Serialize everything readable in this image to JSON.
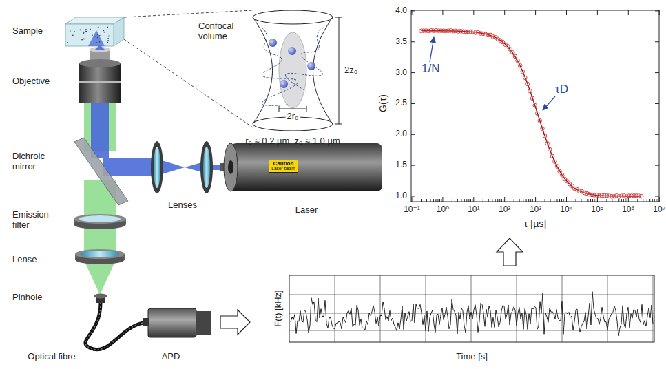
{
  "diagram": {
    "nodes": [
      {
        "text": [
          "Caution",
          "Laser beam"
        ]
      }
    ],
    "labels": [
      "Sample",
      "Objective",
      "Dichroic mirror",
      "Emission filter",
      "Lense",
      "Pinhole",
      "Optical fibre",
      "APD",
      "Lenses",
      "Laser",
      "Confocal volume",
      "2z₀",
      "2r₀",
      "r₀ ≈ 0.2 µm, z₀ ≈ 1.0 µm",
      "G(τ)",
      "1.0",
      "1.5",
      "2.0",
      "2.5",
      "3.0",
      "3.5",
      "4.0",
      "10⁻¹",
      "10⁰",
      "10¹",
      "10²",
      "10³",
      "10⁴",
      "10⁵",
      "10⁶",
      "10⁷",
      "τ [µs]",
      "1/N",
      "τD",
      "F(t) [kHz]",
      "Time [s]"
    ]
  }
}
